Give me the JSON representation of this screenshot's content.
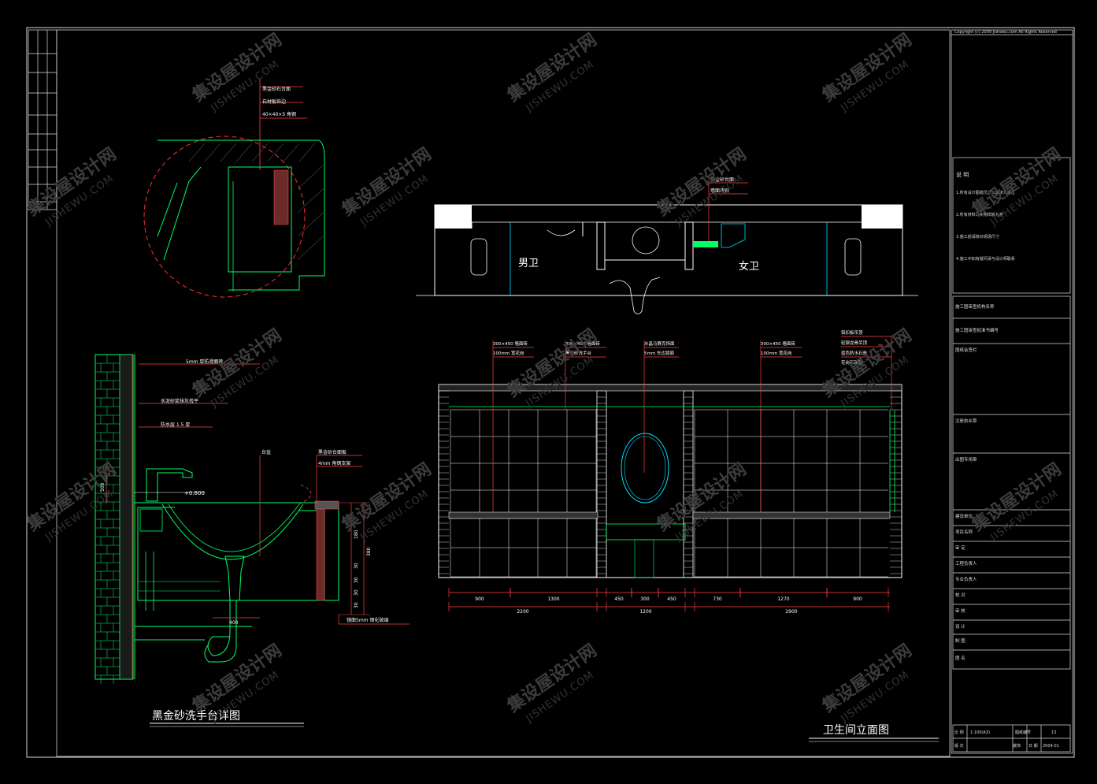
{
  "drawing": {
    "left_title": "黑金砂洗手台详图",
    "right_title": "卫生间立面图",
    "watermark_cn": "集设屋设计网",
    "watermark_en": "JISHEWU.COM"
  },
  "title_block": {
    "copyright": "Copyright (c) 2009 Jishewu.com All Rights Reserved",
    "notes_title": "说 明",
    "notes": [
      "1.所有设计图纸尺寸以毫米为单位",
      "2.所有材料以实物样板为准",
      "3.施工前请核对现场尺寸",
      "4.施工中如有疑问请与设计师联系"
    ],
    "rows": [
      "施工图审查机构名称",
      "施工图审查批准书编号",
      "图纸会签栏",
      "注册执业章",
      "出图专用章",
      "建设单位",
      "项目名称",
      "审 定",
      "工程负责人",
      "专业负责人",
      "校 对",
      "审 核",
      "设 计",
      "制 图",
      "图 名"
    ],
    "bottom": {
      "scale_label": "比 例",
      "scale_value": "1:100(A3)",
      "drawing_no_label": "图纸编号",
      "drawing_no_value": "13",
      "date_label": "日 期",
      "date_value": "2009-01",
      "design_label": "专业",
      "design_value": "装饰",
      "version_label": "版 次"
    }
  },
  "basin_detail": {
    "labels": {
      "black_granite": "黑金砂石台面",
      "stone_edge": "石材板饰边",
      "angle_steel": "40×40×5 角钢",
      "tile": "5mm 厚防滑面砖",
      "cement": "水泥砂浆抹灰找平",
      "waterproof": "防水层 1.5 厚",
      "basin": "台盆",
      "counter": "黑金砂台面板",
      "frame": "4mm 角钢支架",
      "mirror_note": "镜面5mm 钢化玻璃",
      "level": "+0.800"
    },
    "dims": [
      "100",
      "180",
      "380",
      "30",
      "30",
      "30",
      "30",
      "400"
    ]
  },
  "plan": {
    "male": "男卫",
    "female": "女卫",
    "note1": "黑金砂台面",
    "note2": "墙面砖贴"
  },
  "elevation": {
    "top_labels": [
      "300×450 墙面砖",
      "100mm 宽花岗",
      "300×450 墙面砖",
      "黑金砂洗手台",
      "水晶马赛克饰面",
      "5mm 车边镜面",
      "300×450 墙面砖",
      "100mm 宽花岗",
      "铝扣板吊顶",
      "轻钢龙骨吊顶",
      "蓝色防水石膏",
      "花岗石踢脚"
    ],
    "dims_row1": [
      "900",
      "1300",
      "450",
      "300",
      "450",
      "730",
      "1270",
      "900"
    ],
    "dims_row2": [
      "2200",
      "1200",
      "2900"
    ]
  }
}
